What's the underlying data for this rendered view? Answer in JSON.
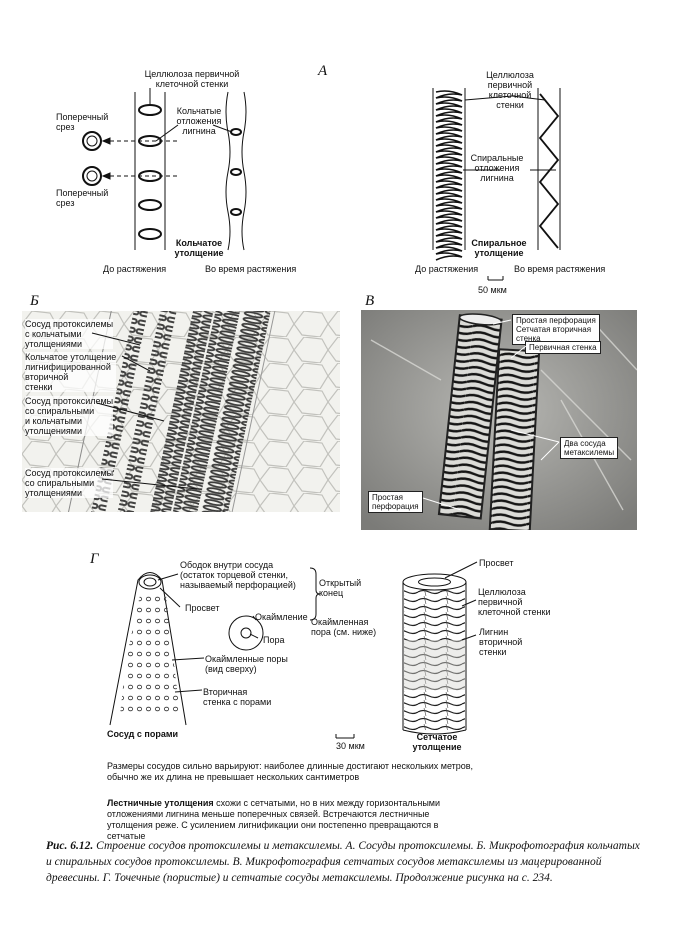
{
  "panel_a": {
    "letter": "А",
    "cellulose_label": "Целлюлоза первичной\nклеточной стенки",
    "ring_deposits_label": "Кольчатые\nотложения\nлигнина",
    "cross_section_1": "Поперечный\nсрез",
    "cross_section_2": "Поперечный\nсрез",
    "ring_title": "Кольчатое\nутолщение",
    "before_stretch_left": "До растяжения",
    "during_stretch_left": "Во время растяжения",
    "cellulose_label_right": "Целлюлоза\nпервичной\nклеточной\nстенки",
    "spiral_deposits_label": "Спиральные\nотложения\nлигнина",
    "spiral_title": "Спиральное\nутолщение",
    "before_stretch_right": "До растяжения",
    "during_stretch_right": "Во время растяжения",
    "scale_bar": "50 мкм"
  },
  "panel_b": {
    "letter": "Б",
    "labels": [
      "Сосуд протоксилемы\nс кольчатыми\nутолщениями",
      "Кольчатое утолщение\nлигнифицированной\nвторичной\nстенки",
      "Сосуд протоксилемы\nсо спиральными\nи кольчатыми\nутолщениями",
      "Сосуд протоксилемы\nсо спиральными\nутолщениями"
    ]
  },
  "panel_v": {
    "letter": "В",
    "labels": [
      "Простая перфорация\nСетчатая вторичная\nстенка",
      "Первичная стенка",
      "Два сосуда\nметаксилемы",
      "Простая\nперфорация"
    ]
  },
  "panel_g": {
    "letter": "Г",
    "rim_label": "Ободок внутри сосуда\n(остаток торцевой стенки,\nназываемый перфорацией)",
    "open_end": "Открытый\nконец",
    "lumen_left": "Просвет",
    "border": "Окаймление",
    "pore": "Пора",
    "bordered_pore": "Окаймленная\nпора (см. ниже)",
    "bordered_pores_top": "Окаймленные поры\n(вид сверху)",
    "secondary_wall_pores": "Вторичная\nстенка с порами",
    "pitted_title": "Сосуд с порами",
    "scale_bar": "30 мкм",
    "lumen_right": "Просвет",
    "cellulose_right": "Целлюлоза\nпервичной\nклеточной стенки",
    "lignin_right": "Лигнин\nвторичной\nстенки",
    "reticulate_title": "Сетчатое\nутолщение"
  },
  "notes": {
    "sizes": "Размеры сосудов сильно варьируют: наиболее длинные достигают нескольких метров,\nобычно же их длина не превышает нескольких сантиметров",
    "ladder_bold": "Лестничные утолщения",
    "ladder_rest": " схожи с сетчатыми, но в них между горизонтальными\nотложениями лигнина меньше поперечных связей. Встречаются лестничные\nутолщения реже. С усилением лигнификации они постепенно превращаются в\nсетчатые"
  },
  "caption": {
    "fig": "Рис. 6.12.",
    "text": " Строение сосудов протоксилемы и метаксилемы. А. Сосуды протоксилемы. Б. Микрофотография кольчатых и спиральных сосудов протоксилемы. В. Микрофотография сетчатых сосудов метаксилемы из мацерированной древесины. Г. Точечные (пористые) и сетчатые сосуды метаксилемы. Продолжение рисунка на с. 234."
  }
}
